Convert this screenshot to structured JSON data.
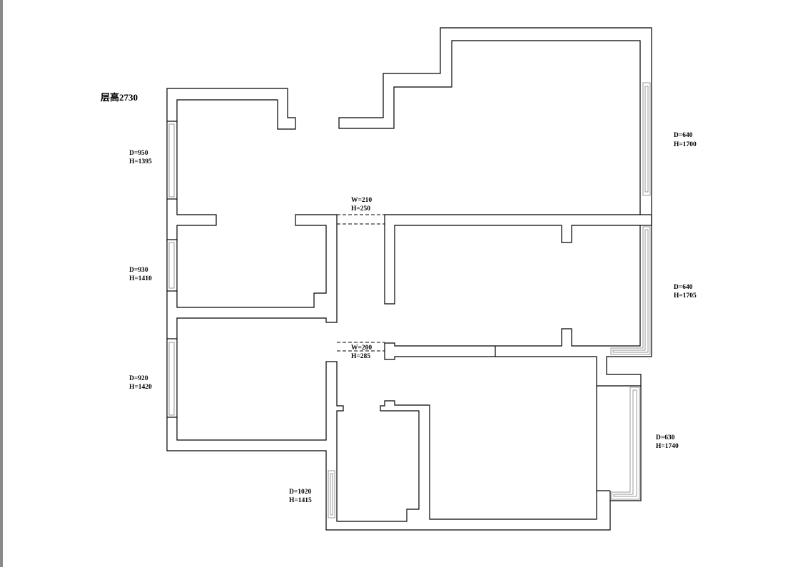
{
  "floor_height_label": "层高2730",
  "windows": [
    {
      "id": "w1",
      "d": "D=950",
      "h": "H=1395"
    },
    {
      "id": "w2",
      "d": "D=930",
      "h": "H=1410"
    },
    {
      "id": "w3",
      "d": "D=920",
      "h": "H=1420"
    },
    {
      "id": "w4",
      "d": "D=640",
      "h": "H=1700"
    },
    {
      "id": "w5",
      "d": "D=640",
      "h": "H=1705"
    },
    {
      "id": "w6",
      "d": "D=630",
      "h": "H=1740"
    },
    {
      "id": "w7",
      "d": "D=1020",
      "h": "H=1415"
    }
  ],
  "beams": [
    {
      "id": "b1",
      "w": "W=210",
      "h": "H=250"
    },
    {
      "id": "b2",
      "w": "W=200",
      "h": "H=285"
    }
  ]
}
